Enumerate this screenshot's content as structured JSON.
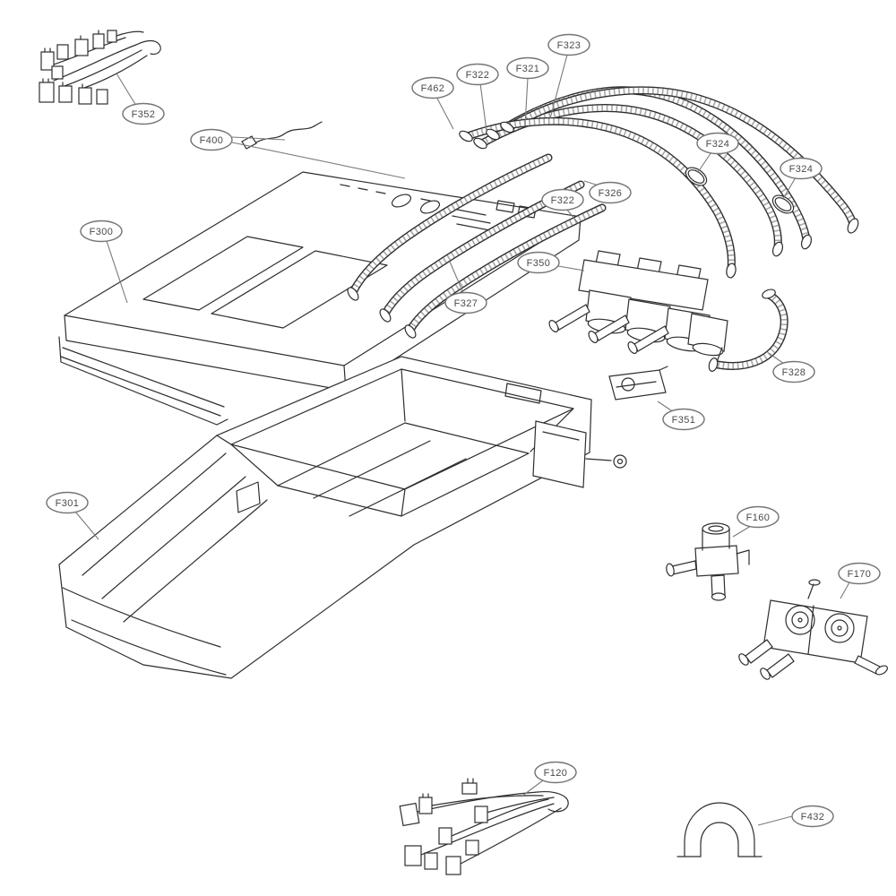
{
  "diagram": {
    "background": "#ffffff",
    "line_color": "#2e2e2e",
    "label_outline_color": "#757575",
    "label_text_color": "#4a4a4a",
    "labels": [
      {
        "text": "F352"
      },
      {
        "text": "F400"
      },
      {
        "text": "F462"
      },
      {
        "text": "F322"
      },
      {
        "text": "F321"
      },
      {
        "text": "F323"
      },
      {
        "text": "F324"
      },
      {
        "text": "F324"
      },
      {
        "text": "F326"
      },
      {
        "text": "F322"
      },
      {
        "text": "F300"
      },
      {
        "text": "F350"
      },
      {
        "text": "F327"
      },
      {
        "text": "F328"
      },
      {
        "text": "F351"
      },
      {
        "text": "F301"
      },
      {
        "text": "F160"
      },
      {
        "text": "F170"
      },
      {
        "text": "F120"
      },
      {
        "text": "F432"
      }
    ]
  }
}
